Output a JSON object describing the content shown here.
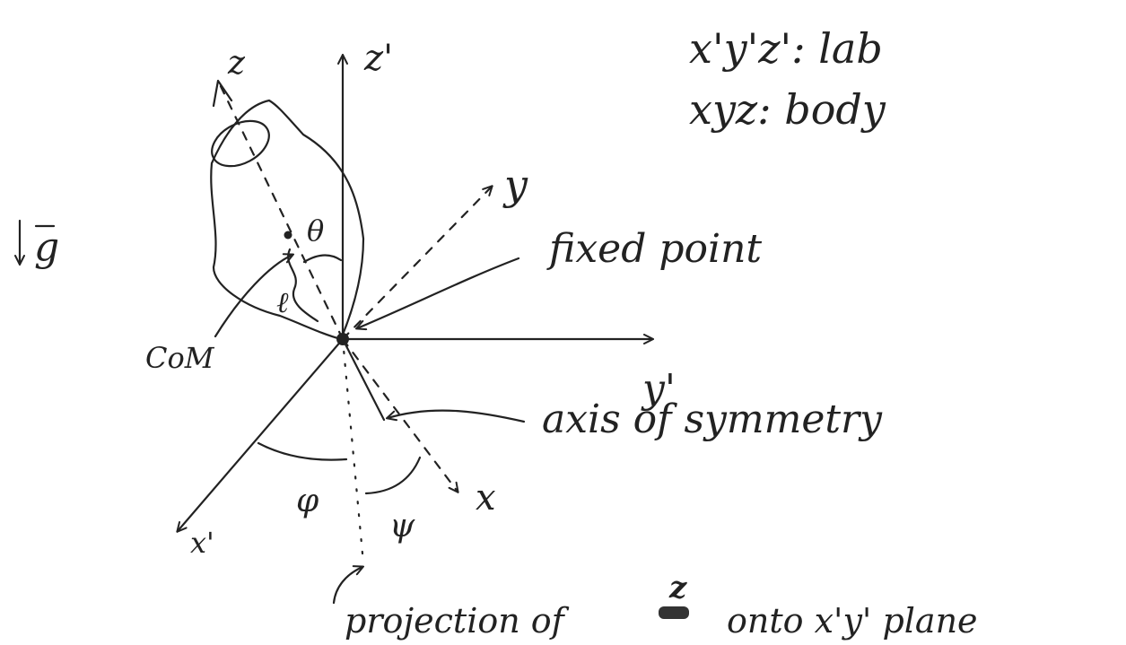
{
  "legend": {
    "lab": "x'y'z': lab",
    "body": "xyz: body"
  },
  "axes": {
    "z_body": "z",
    "z_lab": "z'",
    "y_body": "y",
    "y_lab": "y'",
    "x_body": "x",
    "x_lab": "x'"
  },
  "gravity": "g",
  "angles": {
    "theta": "θ",
    "phi": "φ",
    "psi": "ψ"
  },
  "length": "ℓ",
  "labels": {
    "com": "CoM",
    "fixed_point": "fixed point",
    "symmetry_axis": "axis of symmetry",
    "projection_prefix": "projection of",
    "projection_z": "z",
    "projection_suffix": "onto x'y' plane"
  },
  "colors": {
    "ink": "#222222",
    "background": "#ffffff"
  }
}
